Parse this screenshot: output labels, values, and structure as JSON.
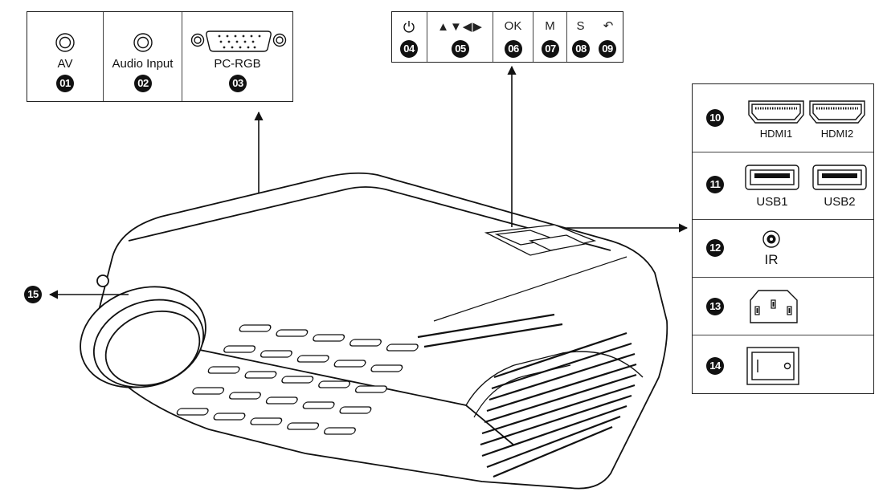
{
  "top_left_panel": {
    "ports": [
      {
        "label": "AV",
        "number": "01",
        "icon": "rca-jack-icon"
      },
      {
        "label": "Audio Input",
        "number": "02",
        "icon": "audio-jack-icon"
      },
      {
        "label": "PC-RGB",
        "number": "03",
        "icon": "vga-port-icon"
      }
    ]
  },
  "top_center_panel": {
    "buttons": [
      {
        "symbol": "⏻",
        "number": "04",
        "icon": "power-icon"
      },
      {
        "symbol": "▲▼◀▶",
        "number": "05",
        "icon": "direction-arrows-icon"
      },
      {
        "symbol": "OK",
        "number": "06",
        "icon": "ok-button-icon"
      },
      {
        "symbol": "M",
        "number": "07",
        "icon": "menu-button-icon"
      },
      {
        "symbol": "S",
        "number": "08",
        "icon": "source-button-icon"
      },
      {
        "symbol": "↶",
        "number": "09",
        "icon": "back-icon"
      }
    ]
  },
  "right_panel": {
    "rows": [
      {
        "number": "10",
        "labels": [
          "HDMI1",
          "HDMI2"
        ],
        "icon": "hdmi-port-icon"
      },
      {
        "number": "11",
        "labels": [
          "USB1",
          "USB2"
        ],
        "icon": "usb-port-icon"
      },
      {
        "number": "12",
        "labels": [
          "IR"
        ],
        "icon": "ir-sensor-icon"
      },
      {
        "number": "13",
        "labels": [],
        "icon": "power-socket-icon"
      },
      {
        "number": "14",
        "labels": [],
        "icon": "power-switch-icon"
      }
    ]
  },
  "lens_callout": {
    "number": "15",
    "icon": "lens-icon"
  }
}
